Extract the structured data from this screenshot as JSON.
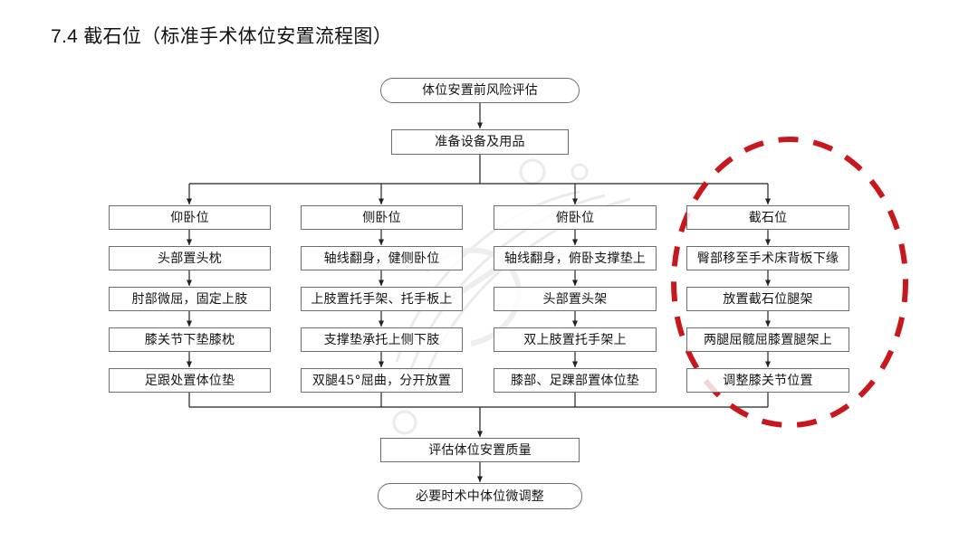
{
  "slide": {
    "title": "7.4 截石位（标准手术体位安置流程图）",
    "background_color": "#ffffff",
    "node_border_color": "#6e6e6e",
    "connector_color": "#222222",
    "highlight_color": "#c9171e"
  },
  "flowchart": {
    "type": "flowchart",
    "orientation": "top-to-bottom",
    "start_node": {
      "label": "体位安置前风险评估",
      "shape": "terminator"
    },
    "prep_node": {
      "label": "准备设备及用品",
      "shape": "rectangle"
    },
    "branches": [
      {
        "id": "supine",
        "head": {
          "label": "仰卧位",
          "shape": "rectangle"
        },
        "steps": [
          "头部置头枕",
          "肘部微屈，固定上肢",
          "膝关节下垫膝枕",
          "足跟处置体位垫"
        ]
      },
      {
        "id": "lateral",
        "head": {
          "label": "侧卧位",
          "shape": "rectangle"
        },
        "steps": [
          "轴线翻身，健侧卧位",
          "上肢置托手架、托手板上",
          "支撑垫承托上侧下肢",
          "双腿45°屈曲，分开放置"
        ]
      },
      {
        "id": "prone",
        "head": {
          "label": "俯卧位",
          "shape": "rectangle"
        },
        "steps": [
          "轴线翻身，俯卧支撑垫上",
          "头部置头架",
          "双上肢置托手架上",
          "膝部、足踝部置体位垫"
        ]
      },
      {
        "id": "lithotomy",
        "head": {
          "label": "截石位",
          "shape": "rectangle"
        },
        "steps": [
          "臀部移至手术床背板下缘",
          "放置截石位腿架",
          "两腿屈髋屈膝置腿架上",
          "调整膝关节位置"
        ]
      }
    ],
    "evaluate_node": {
      "label": "评估体位安置质量",
      "shape": "rectangle"
    },
    "end_node": {
      "label": "必要时术中体位微调整",
      "shape": "terminator"
    },
    "highlight": {
      "target_branch": "lithotomy",
      "shape": "dashed-ellipse",
      "color": "#c9171e"
    }
  }
}
